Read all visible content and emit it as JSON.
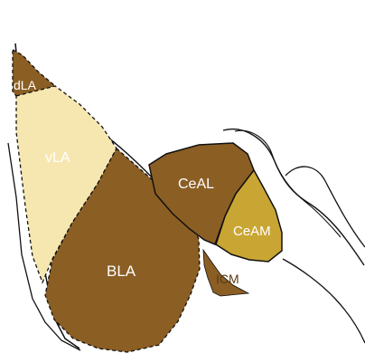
{
  "diagram": {
    "regions": {
      "dla": {
        "label": "dLA",
        "color": "#8b5e24"
      },
      "vla": {
        "label": "vLA",
        "color": "#f6e7b1"
      },
      "bla": {
        "label": "BLA",
        "color": "#8b5e24"
      },
      "ceal": {
        "label": "CeAL",
        "color": "#8b5e24"
      },
      "ceam": {
        "label": "CeAM",
        "color": "#c9a633"
      },
      "icm": {
        "label": "ICM",
        "color": "#8b5e24"
      }
    },
    "outline_color": "#111111"
  }
}
